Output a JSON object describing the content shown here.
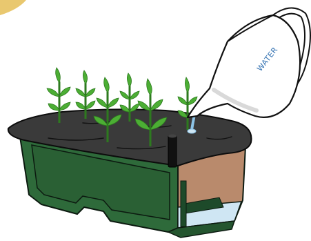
{
  "illustration": {
    "pitcher_label": "WATER"
  },
  "colors": {
    "planter_green": "#2e6a3a",
    "planter_green_dark": "#1f4f2a",
    "soil_cover": "#3a3a3a",
    "soil_section": "#b98a6c",
    "water": "#cfe6f3",
    "reservoir_dark": "#1d4a2a",
    "plant_green": "#4cae34",
    "pitcher_label_color": "#2f6fb0",
    "corner_accent": "#e9c86f"
  },
  "icons": [
    "watering-pitcher",
    "seedling",
    "planter-box"
  ]
}
